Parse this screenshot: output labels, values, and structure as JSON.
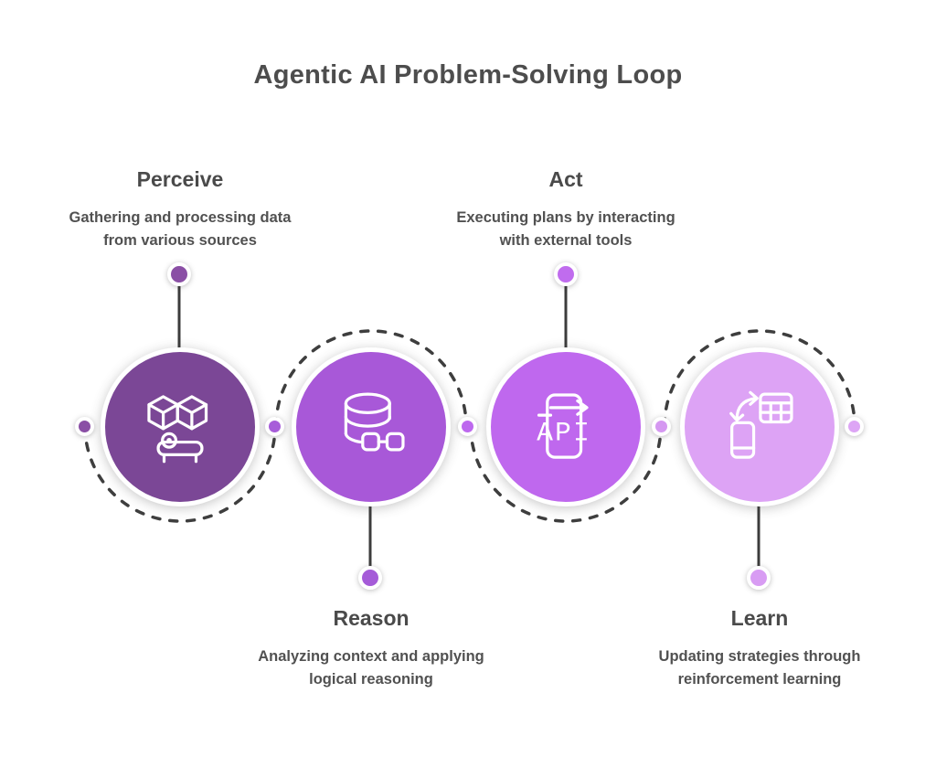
{
  "title": "Agentic AI Problem-Solving Loop",
  "steps": [
    {
      "label": "Perceive",
      "description": "Gathering and processing data\nfrom various sources",
      "icon": "perception-objects-icon",
      "circle_color": "#7B4796",
      "connector_dot_color": "#8A4FA5"
    },
    {
      "label": "Reason",
      "description": "Analyzing context and applying\nlogical reasoning",
      "icon": "database-link-icon",
      "circle_color": "#A858D8",
      "connector_dot_color": "#A55BD8"
    },
    {
      "label": "Act",
      "description": "Executing plans by interacting\nwith external tools",
      "icon": "api-document-icon",
      "icon_text": "API",
      "circle_color": "#BF68EE",
      "connector_dot_color": "#C06CEE"
    },
    {
      "label": "Learn",
      "description": "Updating strategies through\nreinforcement learning",
      "icon": "device-sync-icon",
      "circle_color": "#DDA3F5",
      "connector_dot_color": "#D89CF3"
    }
  ],
  "orbit_dots": [
    {
      "position": "left-edge",
      "color": "#8A4FA5"
    },
    {
      "position": "between-perceive-reason",
      "color": "#A75DD9"
    },
    {
      "position": "between-reason-act",
      "color": "#BD68EE"
    },
    {
      "position": "between-act-learn",
      "color": "#D598F1"
    },
    {
      "position": "right-edge",
      "color": "#DDA5F5"
    }
  ]
}
